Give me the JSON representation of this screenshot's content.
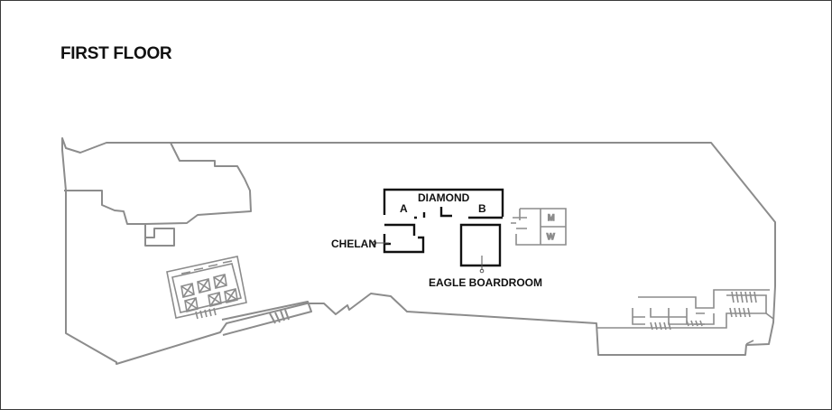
{
  "map": {
    "title": "FIRST FLOOR",
    "rooms": {
      "diamond": "DIAMOND",
      "diamond_a": "A",
      "diamond_b": "B",
      "chelan": "CHELAN",
      "eagle_boardroom": "EAGLE BOARDROOM",
      "restroom_men": "M",
      "restroom_women": "W"
    },
    "colors": {
      "outline": "#8c8c8c",
      "highlight_walls": "#111111",
      "background": "#ffffff"
    }
  }
}
